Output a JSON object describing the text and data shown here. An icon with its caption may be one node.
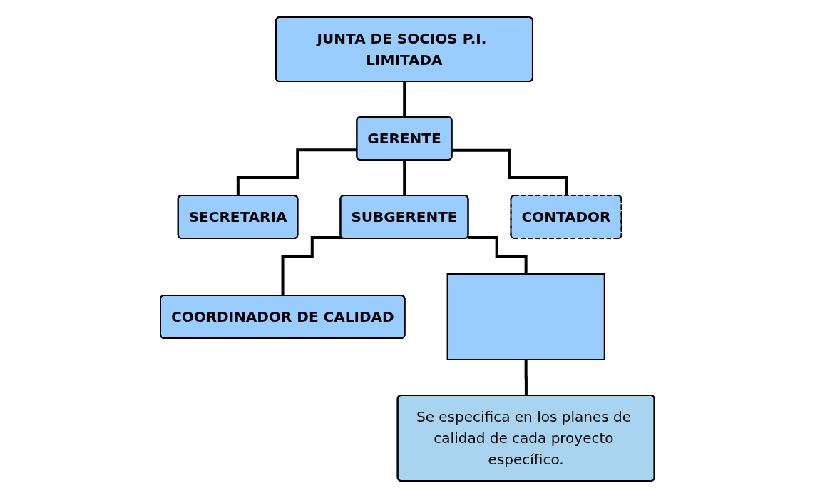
{
  "diagram": {
    "nodes": [
      {
        "text": [
          "JUNTA DE SOCIOS P.I. LIMITADA"
        ]
      },
      {
        "text": [
          "GERENTE"
        ]
      },
      {
        "text": [
          "SECRETARIA"
        ]
      },
      {
        "text": [
          "SUBGERENTE"
        ]
      },
      {
        "text": [
          "CONTADOR"
        ]
      },
      {
        "text": [
          "COORDINADOR DE CALIDAD"
        ]
      },
      {
        "text": [],
        "shape": "box"
      },
      {
        "text": [
          "Se especifica en los planes de calidad de cada proyecto específico."
        ]
      }
    ],
    "edges": [
      {
        "from": 0,
        "to": 1,
        "arrow": "none"
      },
      {
        "from": 1,
        "to": 2,
        "arrow": "none"
      },
      {
        "from": 1,
        "to": 3,
        "arrow": "none"
      },
      {
        "from": 1,
        "to": 4,
        "arrow": "none"
      },
      {
        "from": 3,
        "to": 5,
        "arrow": "none"
      },
      {
        "from": 3,
        "to": 6,
        "arrow": "none"
      },
      {
        "from": 6,
        "to": 7,
        "arrow": "none"
      }
    ]
  }
}
